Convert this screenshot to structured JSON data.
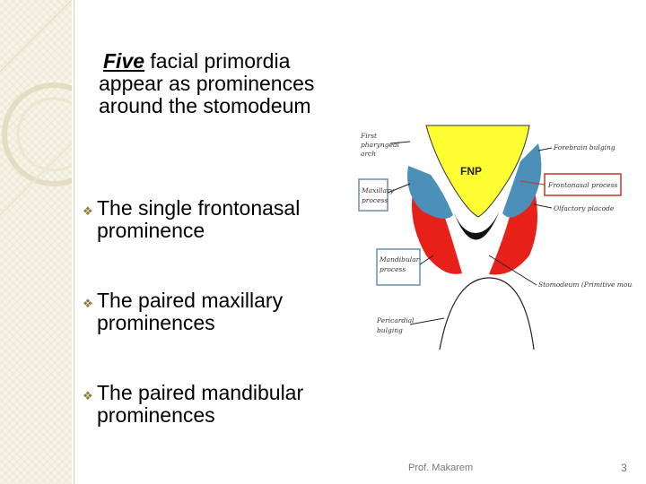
{
  "slide": {
    "intro_lead": "Five",
    "intro_rest": " facial primordia appear as prominences around the stomodeum",
    "bullets": [
      "The single frontonasal prominence",
      "The paired maxillary prominences",
      "The paired mandibular prominences"
    ],
    "footer": "Prof. Makarem",
    "page_number": "3"
  },
  "diagram": {
    "fnp_label": "FNP",
    "labels": {
      "first_arch_1": "First",
      "first_arch_2": "pharyngeal",
      "first_arch_3": "arch",
      "maxillary_1": "Maxillary",
      "maxillary_2": "process",
      "mandibular_1": "Mandibular",
      "mandibular_2": "process",
      "pericardial_1": "Pericardial",
      "pericardial_2": "bulging",
      "forebrain": "Forebrain bulging",
      "frontonasal": "Frontonasal process",
      "olfactory": "Olfactory placode",
      "stomodeum": "Stomodeum (Primitive mouth)"
    },
    "colors": {
      "frontonasal": "#ffff33",
      "maxillary": "#4a90b8",
      "mandibular": "#e8201a",
      "stomodeum": "#111111",
      "label_box_blue": "#6a8fb0",
      "label_box_red": "#c0392b"
    }
  }
}
